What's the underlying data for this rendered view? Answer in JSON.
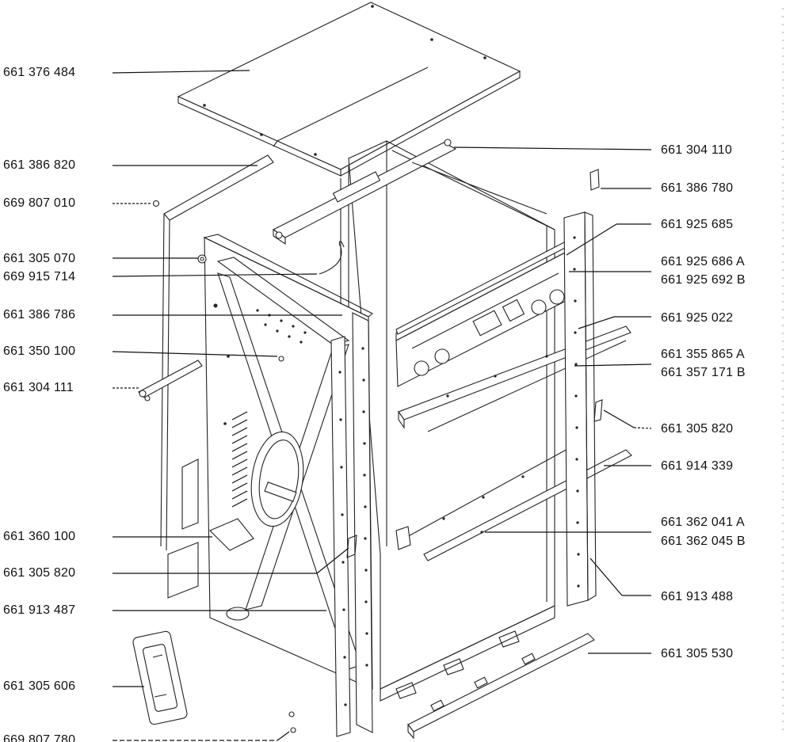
{
  "labels_left": [
    {
      "id": "l1",
      "text": "661 376 484"
    },
    {
      "id": "l2",
      "text": "661 386 820"
    },
    {
      "id": "l3",
      "text": "669 807 010"
    },
    {
      "id": "l4",
      "text": "661 305 070"
    },
    {
      "id": "l5",
      "text": "669 915 714"
    },
    {
      "id": "l6",
      "text": "661 386 786"
    },
    {
      "id": "l7",
      "text": "661 350 100"
    },
    {
      "id": "l8",
      "text": "661 304 111"
    },
    {
      "id": "l9",
      "text": "661 360 100"
    },
    {
      "id": "l10",
      "text": "661 305 820"
    },
    {
      "id": "l11",
      "text": "661 913 487"
    },
    {
      "id": "l12",
      "text": "661 305 606"
    },
    {
      "id": "l13",
      "text": "669 807 780"
    }
  ],
  "labels_right": [
    {
      "id": "r1",
      "text": "661 304 110"
    },
    {
      "id": "r2",
      "text": "661 386 780"
    },
    {
      "id": "r3",
      "text": "661 925 685"
    },
    {
      "id": "r4a",
      "text": "661 925 686 A"
    },
    {
      "id": "r4b",
      "text": "661 925 692 B"
    },
    {
      "id": "r5",
      "text": "661 925 022"
    },
    {
      "id": "r6a",
      "text": "661 355 865 A"
    },
    {
      "id": "r6b",
      "text": "661 357 171 B"
    },
    {
      "id": "r7",
      "text": "661 305 820"
    },
    {
      "id": "r8",
      "text": "661 914 339"
    },
    {
      "id": "r9a",
      "text": "661 362 041 A"
    },
    {
      "id": "r9b",
      "text": "661 362 045 B"
    },
    {
      "id": "r10",
      "text": "661 913 488"
    },
    {
      "id": "r11",
      "text": "661 305 530"
    }
  ]
}
